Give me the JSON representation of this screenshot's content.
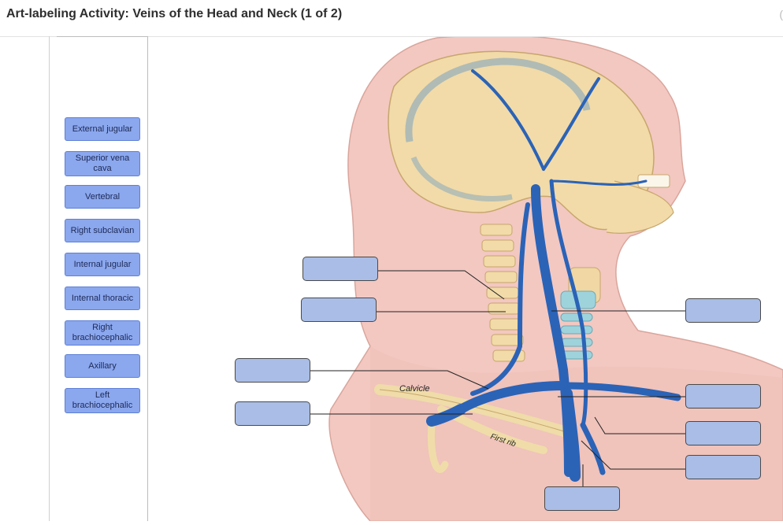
{
  "header": {
    "title": "Art-labeling Activity: Veins of the Head and Neck (1 of 2)"
  },
  "label_bank": [
    "External jugular",
    "Superior vena cava",
    "Vertebral",
    "Right subclavian",
    "Internal jugular",
    "Internal thoracic",
    "Right brachiocephalic",
    "Axillary",
    "Left brachiocephalic"
  ],
  "figure": {
    "caption_calvicle": "Calvicle",
    "caption_first_rib": "First rib"
  },
  "drop_targets_count": 9,
  "colors": {
    "chip_fill": "#8ba7ee",
    "drop_fill": "#a9bde6",
    "vein": "#2b63b7",
    "skin": "#f2c7c0",
    "bone": "#f1d9a4"
  }
}
